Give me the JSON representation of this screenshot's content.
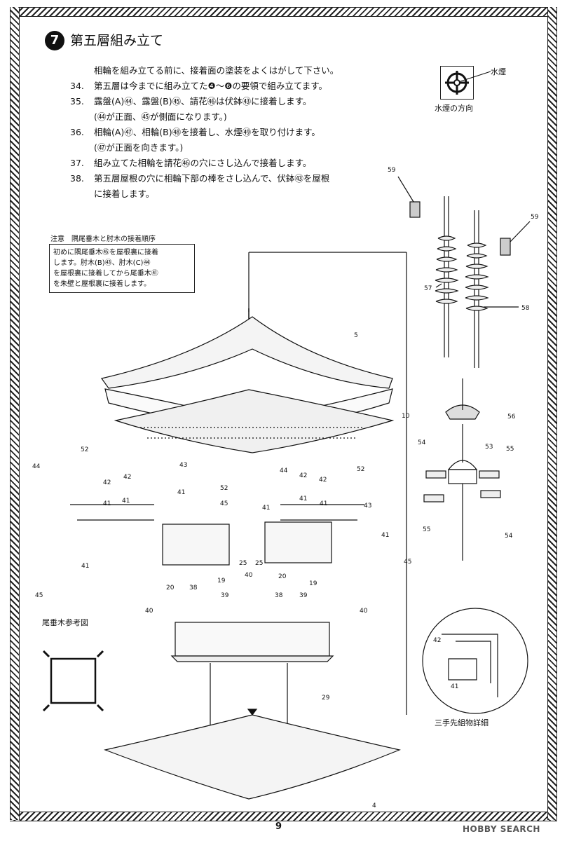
{
  "step": {
    "number": "7",
    "title": "第五層組み立て"
  },
  "instructions": [
    {
      "num": "",
      "text": "相輪を組み立てる前に、接着面の塗装をよくはがして下さい。"
    },
    {
      "num": "34.",
      "text": "第五層は今までに組み立てた❹～❻の要領で組み立てます。"
    },
    {
      "num": "35.",
      "text": "露盤(A)㊹、露盤(B)㊺、請花㊻は伏鉢㊸に接着します。"
    },
    {
      "num": "",
      "text": "(㊹が正面、㊺が側面になります。)"
    },
    {
      "num": "36.",
      "text": "相輪(A)㊼、相輪(B)㊽を接着し、水煙㊾を取り付けます。"
    },
    {
      "num": "",
      "text": "(㊼が正面を向きます。)"
    },
    {
      "num": "37.",
      "text": "組み立てた相輪を請花㊻の穴にさし込んで接着します。"
    },
    {
      "num": "38.",
      "text": "第五層屋根の穴に相輪下部の棒をさし込んで、伏鉢㊸を屋根"
    },
    {
      "num": "",
      "text": "に接着します。"
    }
  ],
  "note": {
    "heading": "注意　隅尾垂木と肘木の接着順序",
    "lines": [
      "初めに隅尾垂木㊺を屋根裏に接着",
      "します。肘木(B)㊸、肘木(C)㊹",
      "を屋根裏に接着してから尾垂木㊶",
      "を朱壁と屋根裏に接着します。"
    ]
  },
  "water_smoke": {
    "label": "水煙",
    "caption": "水煙の方向"
  },
  "captions": {
    "tail_rafter_ref": "尾垂木参考図",
    "bracket_detail": "三手先組物詳細"
  },
  "part_labels": {
    "p59a": "59",
    "p59b": "59",
    "p57": "57",
    "p58": "58",
    "p5": "5",
    "p10": "10",
    "p56": "56",
    "p54a": "54",
    "p53": "53",
    "p55a": "55",
    "p55b": "55",
    "p54b": "54",
    "p52a": "52",
    "p52b": "52",
    "p52c": "52",
    "p44a": "44",
    "p42a": "42",
    "p42b": "42",
    "p43a": "43",
    "p41a": "41",
    "p41b": "41",
    "p41c": "41",
    "p41d": "41",
    "p45a": "45",
    "p44b": "44",
    "p42c": "42",
    "p42d": "42",
    "p43b": "43",
    "p41e": "41",
    "p41f": "41",
    "p41g": "41",
    "p41h": "41",
    "p20a": "20",
    "p25a": "25",
    "p25b": "25",
    "p20b": "20",
    "p19a": "19",
    "p40a": "40",
    "p19b": "19",
    "p45b": "45",
    "p45c": "45",
    "p40b": "40",
    "p38a": "38",
    "p39a": "39",
    "p38b": "38",
    "p39b": "39",
    "p40c": "40",
    "p29": "29",
    "p4": "4",
    "p42e": "42",
    "p41i": "41"
  },
  "footer": {
    "page_number": "9",
    "watermark": "HOBBY SEARCH"
  }
}
